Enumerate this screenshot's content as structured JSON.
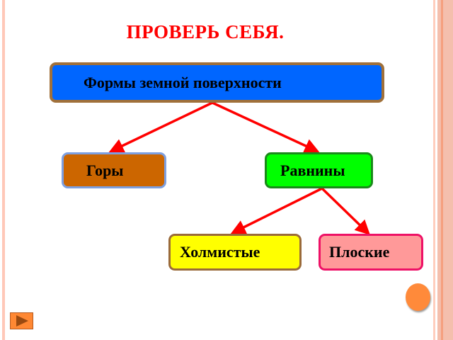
{
  "slide": {
    "title": "ПРОВЕРЬ СЕБЯ.",
    "colors": {
      "title": "#ff0000",
      "arrow": "#ff0000",
      "border_pink": "#ffc8b8",
      "border_orange": "#f5a07e"
    }
  },
  "diagram": {
    "root": {
      "label": "Формы земной поверхности",
      "fill": "#0066ff",
      "stroke": "#a0703a"
    },
    "level1": [
      {
        "label": "Горы",
        "fill": "#cc6600",
        "stroke": "#7d9fe0"
      },
      {
        "label": "Равнины",
        "fill": "#00ff00",
        "stroke": "#1a8a1a"
      }
    ],
    "level2": [
      {
        "label": "Холмистые",
        "fill": "#ffff00",
        "stroke": "#9a6a3a"
      },
      {
        "label": "Плоские",
        "fill": "#ff9999",
        "stroke": "#ee1166"
      }
    ],
    "edges": [
      {
        "from": "Формы земной поверхности",
        "to": "Горы"
      },
      {
        "from": "Формы земной поверхности",
        "to": "Равнины"
      },
      {
        "from": "Равнины",
        "to": "Холмистые"
      },
      {
        "from": "Равнины",
        "to": "Плоские"
      }
    ]
  },
  "controls": {
    "next_button_icon": "play-triangle-icon",
    "circle_button_icon": "orange-circle-icon"
  }
}
